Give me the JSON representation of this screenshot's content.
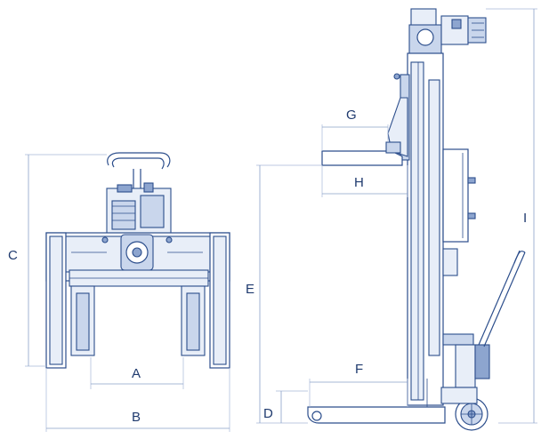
{
  "dimensions": {
    "A": "A",
    "B": "B",
    "C": "C",
    "D": "D",
    "E": "E",
    "F": "F",
    "G": "G",
    "H": "H",
    "I": "I"
  },
  "colors": {
    "line": "#2c4e8c",
    "fill_light": "#e8eef8",
    "fill_mid": "#c9d6ec",
    "fill_dark": "#8da5cf",
    "dim_line": "#8aa0c8"
  }
}
